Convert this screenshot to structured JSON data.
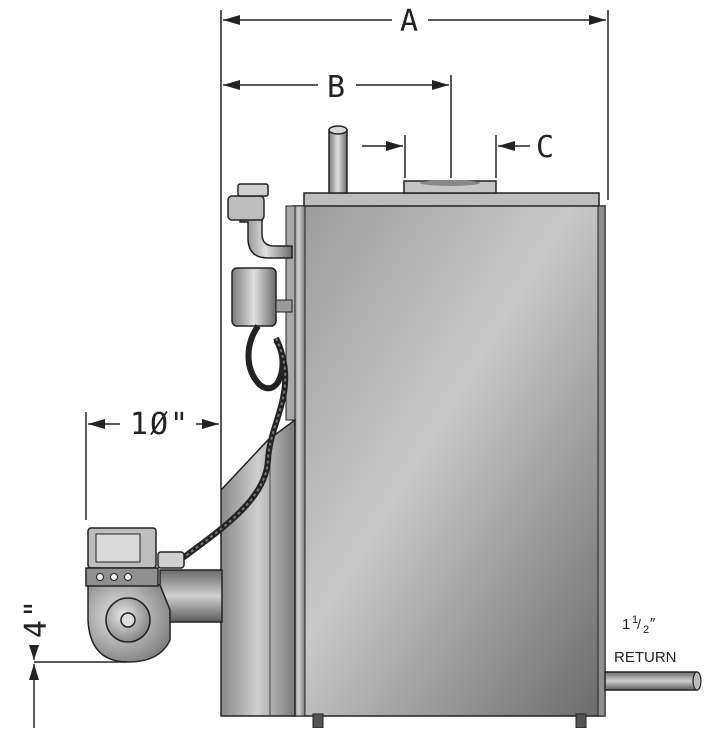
{
  "dimensions": {
    "a_label": "A",
    "b_label": "B",
    "c_label": "C",
    "burner_offset_label": "1Ø\"",
    "burner_height_label": "4\""
  },
  "return_pipe": {
    "size_whole": "1",
    "size_num": "1",
    "size_den": "2",
    "size_mark": "″",
    "label": "RETURN"
  },
  "colors": {
    "line": "#222222",
    "steel_light": "#c9c9c9",
    "steel_dark": "#6e6e6e"
  }
}
